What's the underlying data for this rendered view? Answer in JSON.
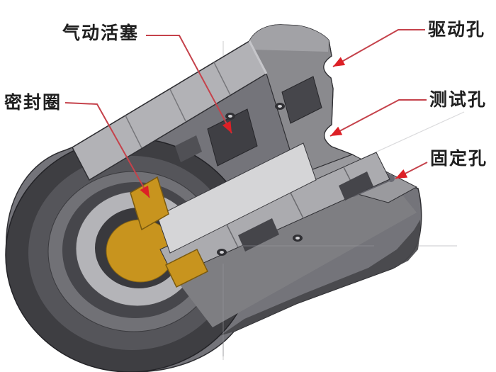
{
  "figure": {
    "type": "cad-cutaway-diagram",
    "palette": {
      "background": "#ffffff",
      "body_dark": "#46464a",
      "body_mid": "#74747a",
      "cut_face_light": "#b2b2b6",
      "shaft_light": "#d5d5d7",
      "seal_orange": "#c8941e",
      "leader_line_red": "#c5424b",
      "arrowhead_red": "#dd2026",
      "label_text": "#1f1f1f",
      "construction_line": "#d4d4d6"
    }
  },
  "labels": [
    {
      "id": "pneumatic-piston",
      "text": "气动活塞"
    },
    {
      "id": "seal-ring",
      "text": "密封圈"
    },
    {
      "id": "drive-hole",
      "text": "驱动孔"
    },
    {
      "id": "test-hole",
      "text": "测试孔"
    },
    {
      "id": "fixing-hole",
      "text": "固定孔"
    }
  ]
}
